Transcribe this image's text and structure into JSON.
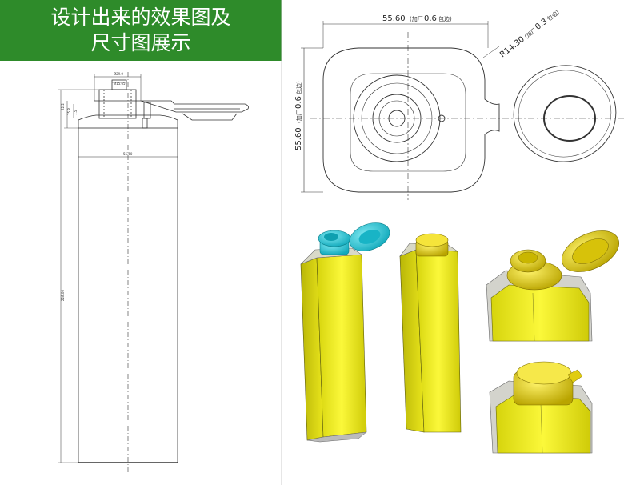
{
  "banner": {
    "line1": "设计出来的效果图及",
    "line2": "尺寸图展示"
  },
  "side_drawing": {
    "dim_top_outer": "Ø29.9",
    "dim_top_inner": "Ø15.65",
    "dim_body_width": "55.60",
    "dim_left_1": "22.2",
    "dim_left_2": "15.8",
    "dim_left_3": "7.5",
    "dim_height": "228.00"
  },
  "top_drawing": {
    "dim_width_value": "55.60",
    "dim_width_note_a": "(加厂",
    "dim_width_tol": "0.6",
    "dim_width_note_b": "包边)",
    "dim_radius_value": "R14.30",
    "dim_radius_note_a": "(加厂",
    "dim_radius_tol": "0.3",
    "dim_radius_note_b": "包边)",
    "dim_height_value": "55.60",
    "dim_height_note_a": "(加厂",
    "dim_height_tol": "0.6",
    "dim_height_note_b": "包边)"
  },
  "colors": {
    "banner_bg": "#2e8b2a",
    "can_yellow": "#f2ef1a",
    "cap_cyan": "#29c9d9",
    "cap_yellow": "#e6d10e"
  }
}
